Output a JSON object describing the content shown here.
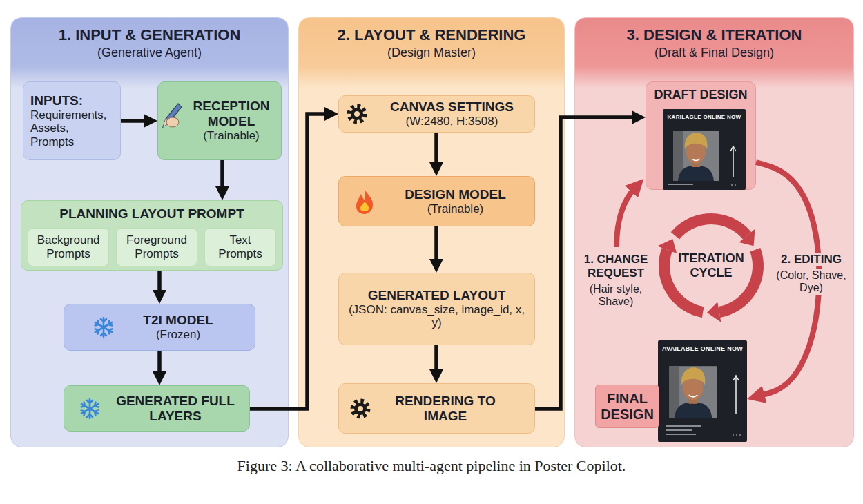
{
  "diagram": {
    "caption": "Figure 3: A collaborative multi-agent pipeline in Poster Copilot.",
    "nodes": [
      {
        "text": [
          "1. INPUT & GENERATION",
          "(Generative Agent)"
        ]
      },
      {
        "text": [
          "INPUTS:",
          "Requirements, Assets, Prompts"
        ],
        "in": 0
      },
      {
        "text": [
          "RECEPTION MODEL",
          "(Trainable)"
        ],
        "in": 0
      },
      {
        "text": [
          "PLANNING LAYOUT PROMPT"
        ],
        "in": 0
      },
      {
        "text": [
          "Background Prompts"
        ],
        "in": 3
      },
      {
        "text": [
          "Foreground Prompts"
        ],
        "in": 3
      },
      {
        "text": [
          "Text Prompts"
        ],
        "in": 3
      },
      {
        "text": [
          "T2I MODEL",
          "(Frozen)"
        ],
        "in": 0
      },
      {
        "text": [
          "GENERATED FULL LAYERS"
        ],
        "in": 0
      },
      {
        "text": [
          "2. LAYOUT & RENDERING",
          "(Design Master)"
        ]
      },
      {
        "text": [
          "CANVAS SETTINGS",
          "(W:2480, H:3508)"
        ],
        "in": 9
      },
      {
        "text": [
          "DESIGN MODEL",
          "(Trainable)"
        ],
        "in": 9
      },
      {
        "text": [
          "GENERATED LAYOUT",
          "(JSON: canvas_size, image_id, x, y)"
        ],
        "in": 9
      },
      {
        "text": [
          "RENDERING TO IMAGE"
        ],
        "in": 9
      },
      {
        "text": [
          "3. DESIGN & ITERATION",
          "(Draft & Final Design)"
        ]
      },
      {
        "text": [
          "DRAFT DESIGN"
        ],
        "in": 14
      },
      {
        "text": [
          "KARILAGLE ONLINE NOW"
        ],
        "in": 15
      },
      {
        "text": [
          "ITERATION CYCLE"
        ],
        "in": 14
      },
      {
        "text": [
          "AVAILABLE ONLINE NOW"
        ],
        "in": 14
      },
      {
        "text": [
          "FINAL DESIGN"
        ],
        "in": 14
      }
    ],
    "edges": [
      {
        "from": 1,
        "to": 2,
        "arrow": "to"
      },
      {
        "from": 2,
        "to": 3,
        "arrow": "to"
      },
      {
        "from": 3,
        "to": 7,
        "arrow": "to"
      },
      {
        "from": 7,
        "to": 8,
        "arrow": "to"
      },
      {
        "from": 8,
        "to": 10,
        "arrow": "to"
      },
      {
        "from": 10,
        "to": 11,
        "arrow": "to"
      },
      {
        "from": 11,
        "to": 12,
        "arrow": "to"
      },
      {
        "from": 12,
        "to": 13,
        "arrow": "to"
      },
      {
        "from": 13,
        "to": 15,
        "arrow": "to"
      },
      {
        "from": 15,
        "to": 18,
        "label": "2. EDITING",
        "arrow": "to"
      }
    ],
    "labels": [
      "1. CHANGE REQUEST",
      "(Hair style, Shave)",
      "(Color, Shave, Dye)"
    ]
  }
}
